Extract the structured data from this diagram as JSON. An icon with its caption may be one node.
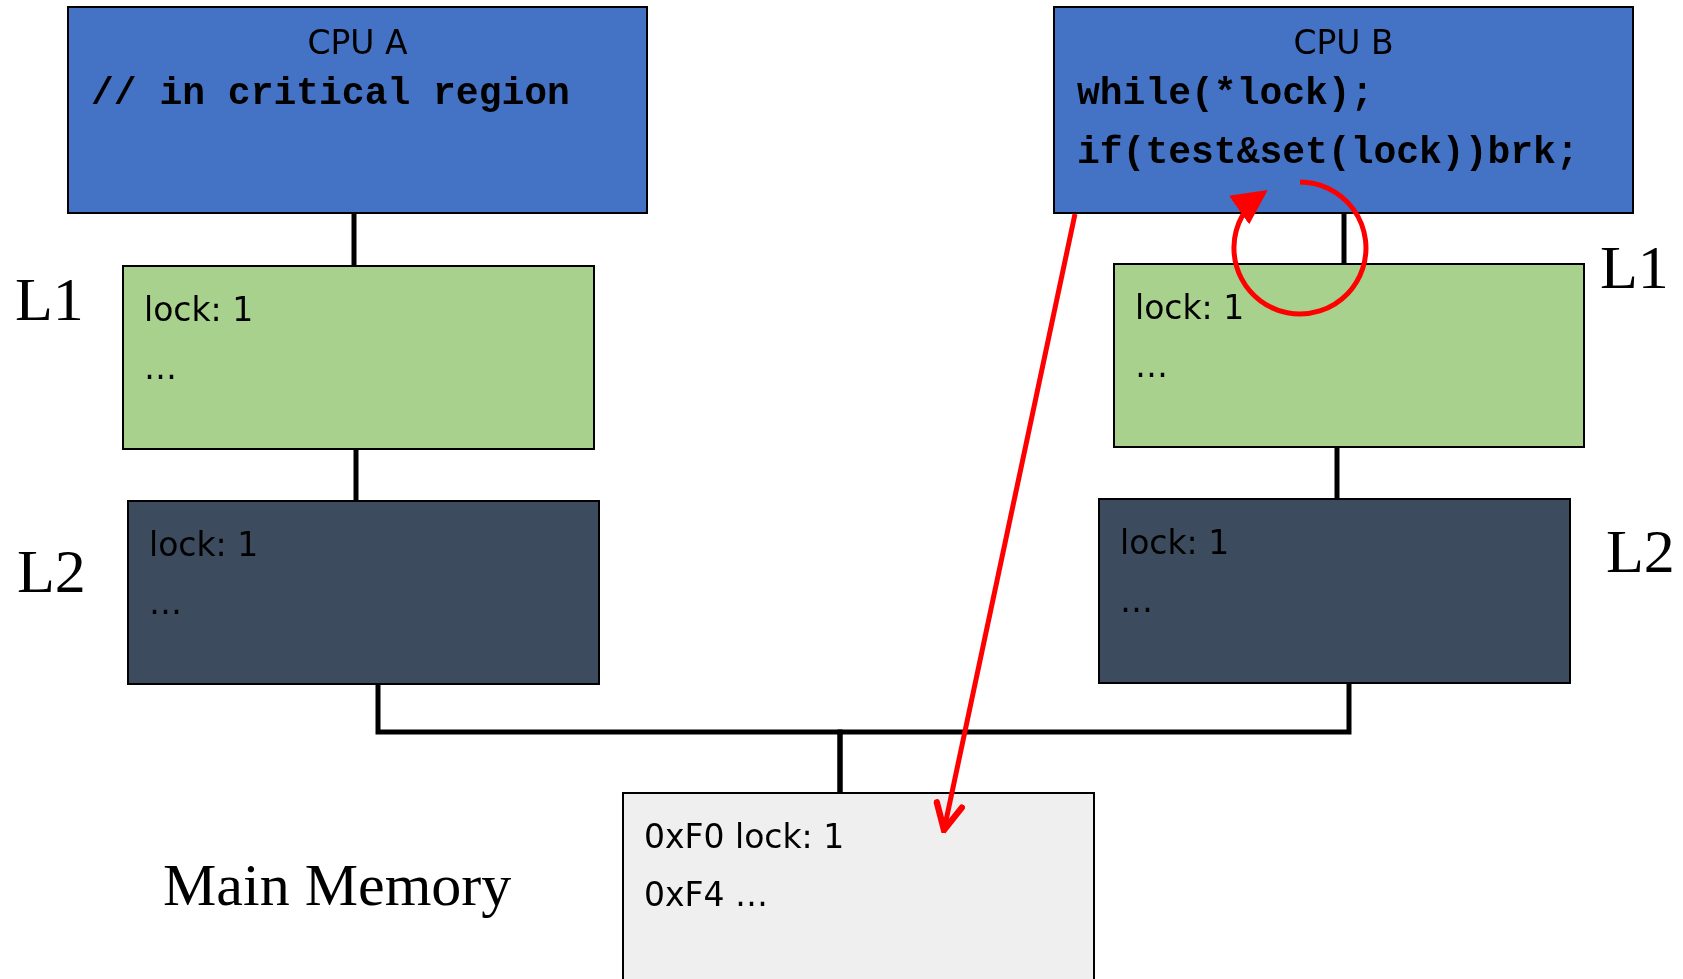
{
  "diagram": {
    "nodes": [
      {
        "text": [
          "CPU A",
          "// in critical region"
        ]
      },
      {
        "text": [
          "lock: 1",
          "…"
        ],
        "beside": [
          "L1"
        ]
      },
      {
        "text": [
          "lock: 1",
          "…"
        ],
        "beside": [
          "L2"
        ]
      },
      {
        "text": [
          "CPU B",
          "while(*lock);",
          "if(test&set(lock))brk;"
        ]
      },
      {
        "text": [
          "lock: 1",
          "…"
        ],
        "beside": [
          "L1"
        ]
      },
      {
        "text": [
          "lock: 1",
          "…"
        ],
        "beside": [
          "L2"
        ]
      },
      {
        "text": [
          "0xF0 lock: 1",
          "0xF4 …"
        ],
        "beside": [
          "Main Memory"
        ]
      }
    ],
    "edges": [
      {
        "from": 0,
        "to": 1,
        "arrow": "none"
      },
      {
        "from": 1,
        "to": 2,
        "arrow": "none"
      },
      {
        "from": 3,
        "to": 4,
        "arrow": "none"
      },
      {
        "from": 4,
        "to": 5,
        "arrow": "none"
      },
      {
        "from": 2,
        "to": 6,
        "arrow": "none"
      },
      {
        "from": 5,
        "to": 6,
        "arrow": "none"
      },
      {
        "from": 3,
        "to": 6,
        "arrow": "to",
        "color": "#ff0000"
      }
    ]
  }
}
